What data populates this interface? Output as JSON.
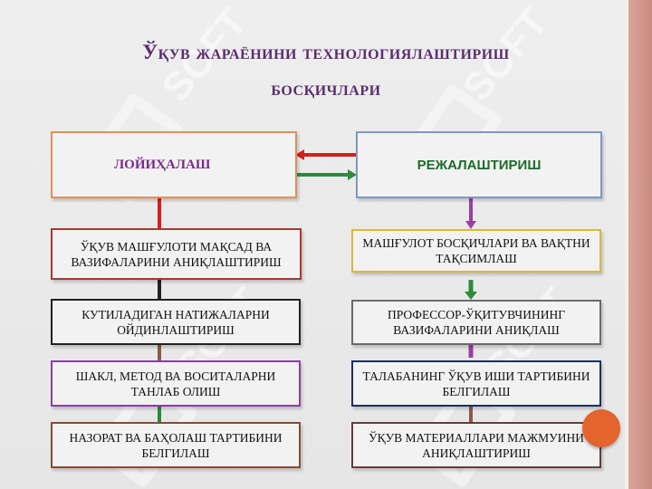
{
  "title": {
    "line1": "Ўқув жараёнини технологиялаштириш",
    "line2": "босқичлари"
  },
  "left": {
    "header": "ЛОЙИҲАЛАШ",
    "steps": [
      "ЎҚУВ МАШҒУЛОТИ МАҚСАД ВА ВАЗИФАЛАРИНИ АНИҚЛАШТИРИШ",
      "КУТИЛАДИГАН НАТИЖАЛАРНИ ОЙДИНЛАШТИРИШ",
      "ШАКЛ, МЕТОД ВА ВОСИТАЛАРНИ ТАНЛАБ ОЛИШ",
      "НАЗОРАТ ВА БАҲОЛАШ ТАРТИБИНИ БЕЛГИЛАШ"
    ]
  },
  "right": {
    "header": "РЕЖАЛАШТИРИШ",
    "steps": [
      "МАШҒУЛОТ БОСҚИЧЛАРИ ВА ВАҚТНИ ТАҚСИМЛАШ",
      "ПРОФЕССОР-ЎҚИТУВЧИНИНГ ВАЗИФАЛАРИНИ АНИҚЛАШ",
      "ТАЛАБАНИНГ ЎҚУВ ИШИ ТАРТИБИНИ БЕЛГИЛАШ",
      "ЎҚУВ МАТЕРИАЛЛАРИ МАЖМУИНИ АНИҚЛАШТИРИШ"
    ]
  },
  "watermark_text": "SOFT",
  "colors": {
    "title": "#5b2d6f",
    "header_left_text": "#7a2a8a",
    "header_right_text": "#1d6b2a",
    "arrow_red": "#d42020",
    "arrow_green": "#2e8b3c",
    "arrow_purple": "#9b3fa3",
    "accent_circle": "#e3642c"
  }
}
